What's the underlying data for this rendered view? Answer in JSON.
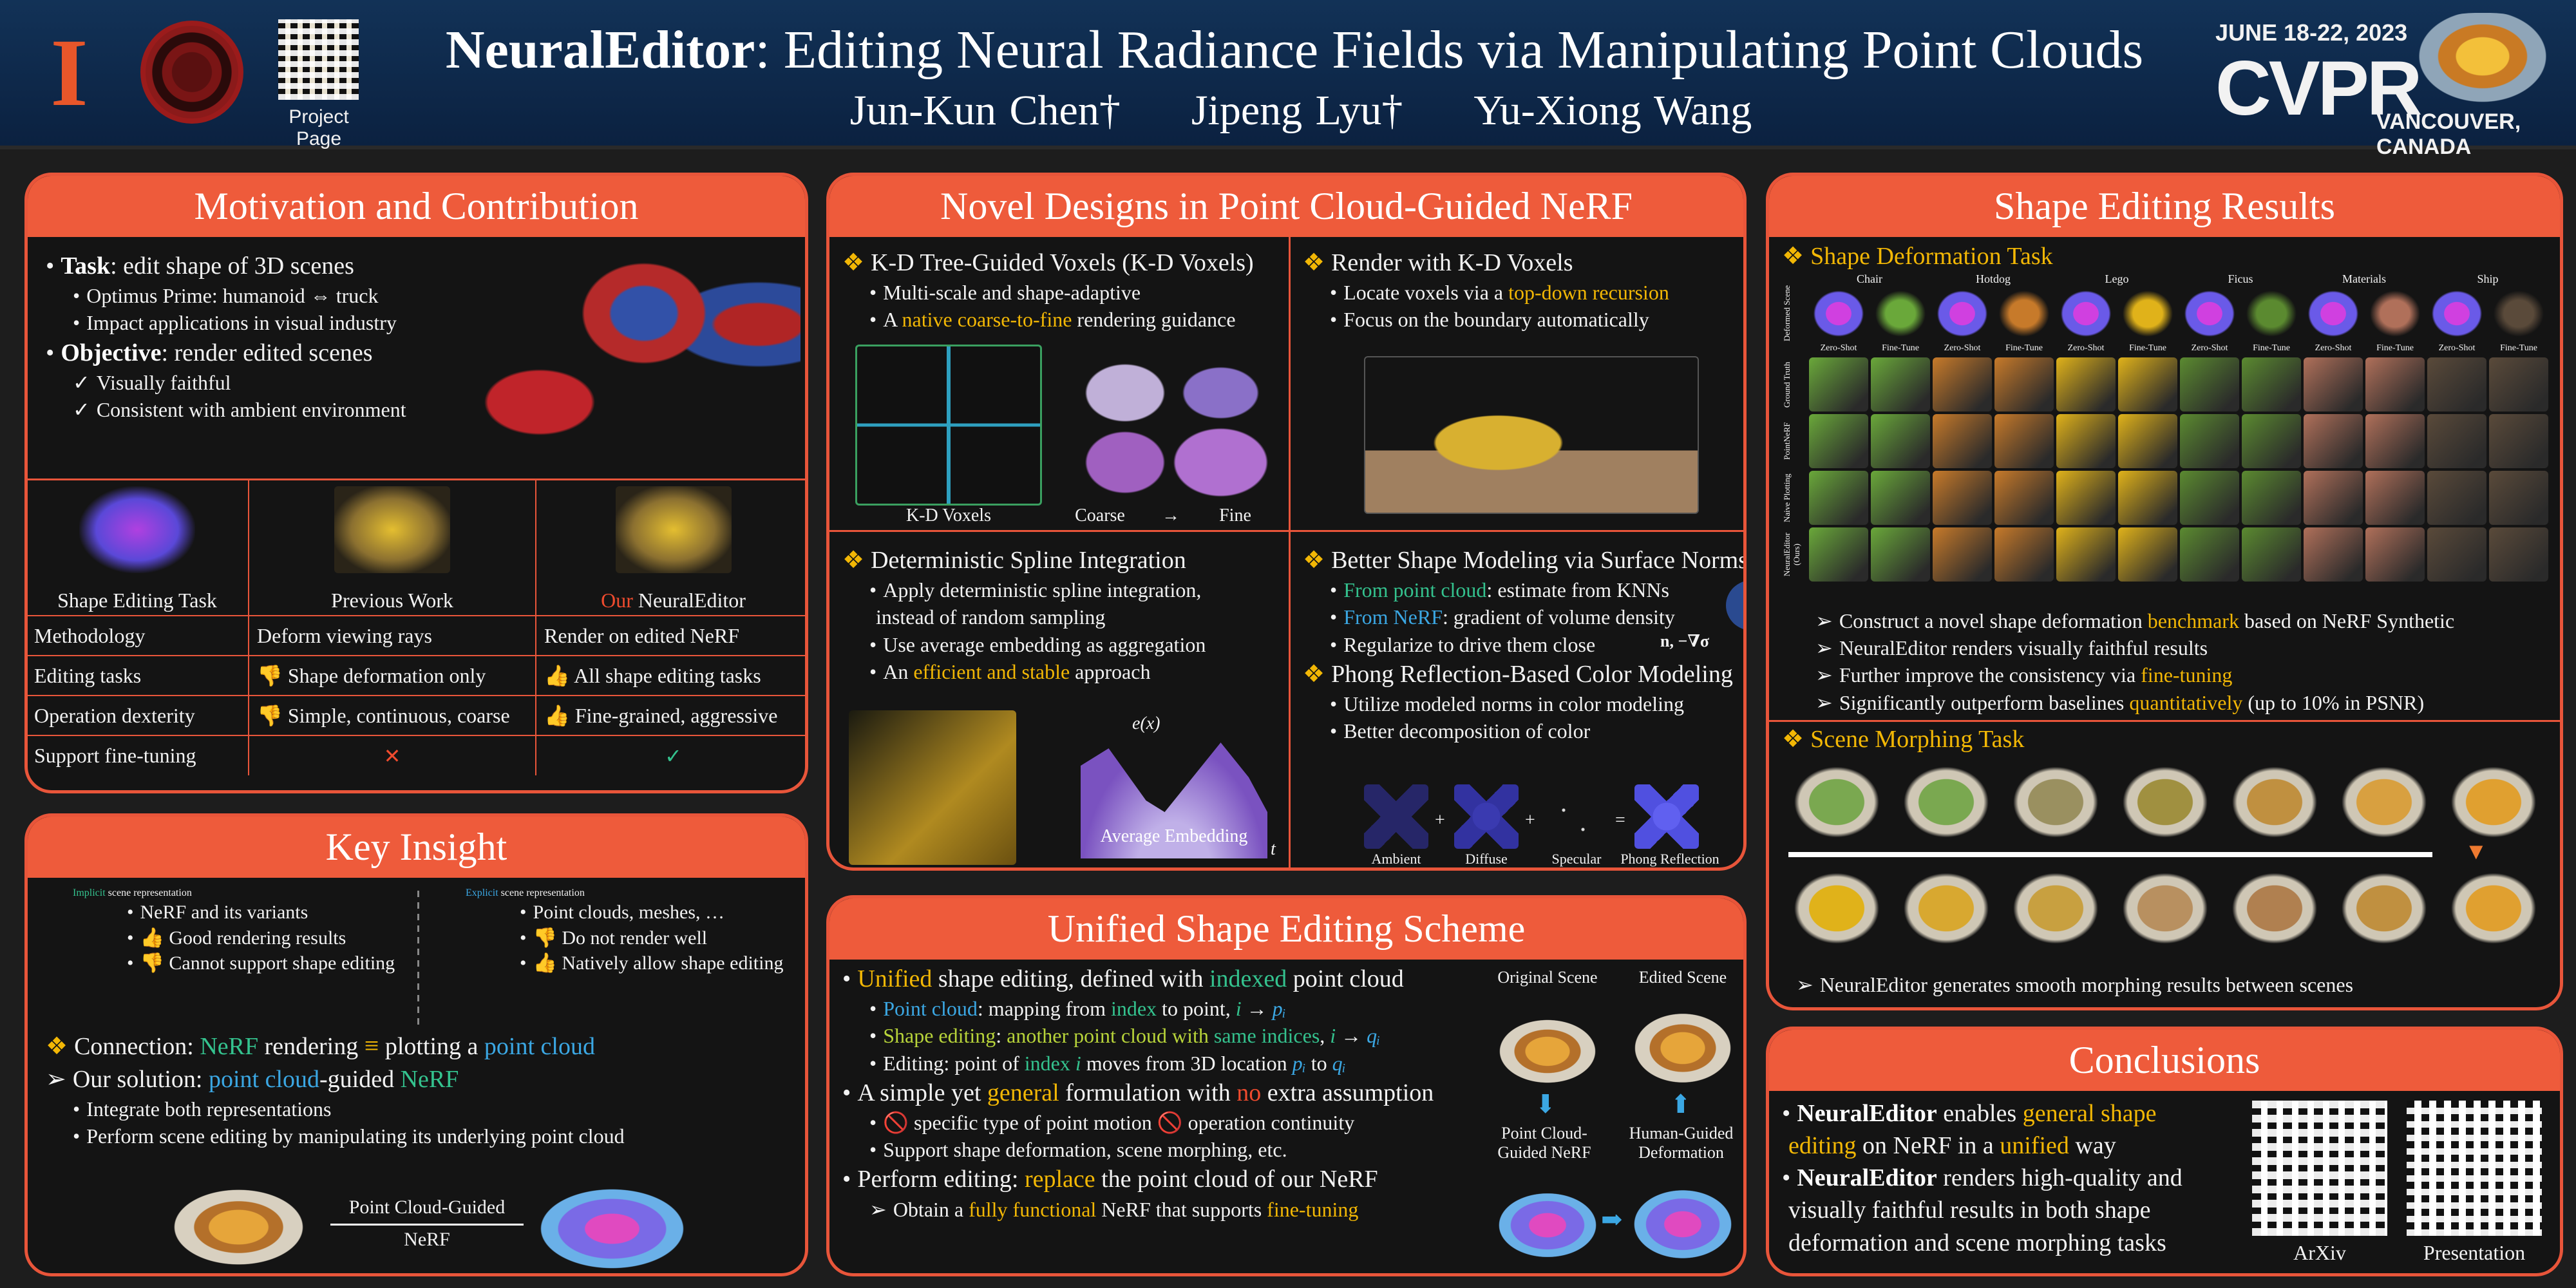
{
  "colors": {
    "accent": "#ee5b3b",
    "yellow": "#f2b705",
    "green": "#34c28e",
    "blue": "#3ba7e3",
    "red": "#ef4b2e",
    "header_bg": "#123257"
  },
  "header": {
    "logo1": "I",
    "qr_caption": "Project Page",
    "title_bold": "NeuralEditor",
    "title_rest": ": Editing Neural Radiance Fields via Manipulating Point Clouds",
    "authors": [
      "Jun-Kun Chen†",
      "Jipeng Lyu†",
      "Yu-Xiong Wang"
    ],
    "conf_date": "JUNE 18-22, 2023",
    "conf_name": "CVPR",
    "conf_city": "VANCOUVER, CANADA"
  },
  "motivation": {
    "title": "Motivation and Contribution",
    "lines": [
      {
        "l": 1,
        "b": "•",
        "s": [
          [
            "Task",
            "B"
          ],
          [
            ": edit shape of 3D scenes",
            ""
          ]
        ]
      },
      {
        "l": 2,
        "b": "•",
        "s": [
          [
            "Optimus Prime: humanoid ⇔ truck",
            ""
          ]
        ]
      },
      {
        "l": 2,
        "b": "•",
        "s": [
          [
            "Impact applications in visual industry",
            ""
          ]
        ]
      },
      {
        "l": 1,
        "b": "•",
        "s": [
          [
            "Objective",
            "B"
          ],
          [
            ": render edited scenes",
            ""
          ]
        ]
      },
      {
        "l": 2,
        "b": "✓",
        "s": [
          [
            "Visually faithful",
            ""
          ]
        ]
      },
      {
        "l": 2,
        "b": "✓",
        "s": [
          [
            "Consistent with ambient environment",
            ""
          ]
        ]
      }
    ],
    "table": {
      "headers": [
        "Shape Editing Task",
        "Previous Work"
      ],
      "our_prefix": "Our",
      "our_name": " NeuralEditor",
      "rows": [
        {
          "label": "Methodology",
          "prev": "Deform viewing rays",
          "ours": "Render on edited NeRF",
          "prev_icon": "",
          "ours_icon": ""
        },
        {
          "label": "Editing tasks",
          "prev": "Shape deformation only",
          "ours": "All shape editing tasks",
          "prev_icon": "👎 ",
          "ours_icon": "👍 "
        },
        {
          "label": "Operation dexterity",
          "prev": "Simple, continuous, coarse",
          "ours": "Fine-grained, aggressive",
          "prev_icon": "👎 ",
          "ours_icon": "👍 "
        },
        {
          "label": "Support fine-tuning",
          "prev": "✕",
          "ours": "✓",
          "prev_icon": "",
          "ours_icon": ""
        }
      ]
    }
  },
  "insight": {
    "title": "Key Insight",
    "left": [
      {
        "l": "h",
        "b": "",
        "s": [
          [
            "Implicit",
            "g"
          ],
          [
            " scene representation",
            ""
          ]
        ]
      },
      {
        "l": 3,
        "b": "•",
        "s": [
          [
            "NeRF and its variants",
            ""
          ]
        ]
      },
      {
        "l": 3,
        "b": "•",
        "s": [
          [
            "👍 Good rendering results",
            ""
          ]
        ]
      },
      {
        "l": 3,
        "b": "•",
        "s": [
          [
            "👎 Cannot support shape editing",
            ""
          ]
        ]
      }
    ],
    "right": [
      {
        "l": "h",
        "b": "",
        "s": [
          [
            "Explicit",
            "c"
          ],
          [
            " scene representation",
            ""
          ]
        ]
      },
      {
        "l": 3,
        "b": "•",
        "s": [
          [
            "Point clouds, meshes, …",
            ""
          ]
        ]
      },
      {
        "l": 3,
        "b": "•",
        "s": [
          [
            "👎 Do not render well",
            ""
          ]
        ]
      },
      {
        "l": 3,
        "b": "•",
        "s": [
          [
            "👍 Natively allow shape editing",
            ""
          ]
        ]
      }
    ],
    "main": [
      {
        "l": 1,
        "b": "❖",
        "s": [
          [
            "Connection:        ",
            ""
          ],
          [
            "NeRF",
            "g"
          ],
          [
            " rendering ",
            ""
          ],
          [
            "≡",
            "yy"
          ],
          [
            " plotting a ",
            ""
          ],
          [
            "point cloud",
            "c"
          ]
        ]
      },
      {
        "l": 1,
        "b": "➢",
        "s": [
          [
            "Our solution: ",
            ""
          ],
          [
            "point cloud",
            "c"
          ],
          [
            "-guided ",
            ""
          ],
          [
            "NeRF",
            "g"
          ]
        ]
      },
      {
        "l": 2,
        "b": "•",
        "s": [
          [
            "Integrate both representations",
            ""
          ]
        ]
      },
      {
        "l": 2,
        "b": "•",
        "s": [
          [
            "Perform scene editing by manipulating its underlying point cloud",
            ""
          ]
        ]
      }
    ],
    "arrow_label_top": "Point Cloud-Guided",
    "arrow_label_bottom": "NeRF"
  },
  "novel": {
    "title": "Novel Designs in Point Cloud-Guided NeRF",
    "tl": [
      {
        "l": 1,
        "b": "❖",
        "s": [
          [
            "K-D Tree-Guided Voxels (K-D Voxels)",
            ""
          ]
        ]
      },
      {
        "l": 2,
        "b": "•",
        "s": [
          [
            "Multi-scale and shape-adaptive",
            ""
          ]
        ]
      },
      {
        "l": 2,
        "b": "•",
        "s": [
          [
            "A ",
            ""
          ],
          [
            "native coarse-to-fine",
            "y"
          ],
          [
            " rendering guidance",
            ""
          ]
        ]
      }
    ],
    "tl_caps": {
      "kd": "K-D Voxels",
      "coarse": "Coarse",
      "arrow": "→",
      "fine": "Fine"
    },
    "tr": [
      {
        "l": 1,
        "b": "❖",
        "s": [
          [
            "Render with K-D Voxels",
            ""
          ]
        ]
      },
      {
        "l": 2,
        "b": "•",
        "s": [
          [
            "Locate voxels via a ",
            ""
          ],
          [
            "top-down recursion",
            "y"
          ]
        ]
      },
      {
        "l": 2,
        "b": "•",
        "s": [
          [
            "Focus on the boundary automatically",
            ""
          ]
        ]
      }
    ],
    "bl": [
      {
        "l": 1,
        "b": "❖",
        "s": [
          [
            "Deterministic Spline Integration",
            ""
          ]
        ]
      },
      {
        "l": 2,
        "b": "•",
        "s": [
          [
            "Apply deterministic spline integration,",
            ""
          ]
        ]
      },
      {
        "l": 2,
        "b": " ",
        "s": [
          [
            "instead of random sampling",
            ""
          ]
        ]
      },
      {
        "l": 2,
        "b": "•",
        "s": [
          [
            "Use average embedding as aggregation",
            ""
          ]
        ]
      },
      {
        "l": 2,
        "b": "•",
        "s": [
          [
            "An ",
            ""
          ],
          [
            "efficient and stable",
            "y"
          ],
          [
            " approach",
            ""
          ]
        ]
      }
    ],
    "bl_caps": {
      "ex": "e(x)",
      "avg": "Average Embedding",
      "t": "t"
    },
    "br": [
      {
        "l": 1,
        "b": "❖",
        "s": [
          [
            "Better Shape Modeling via Surface Norms",
            ""
          ]
        ]
      },
      {
        "l": 2,
        "b": "•",
        "s": [
          [
            "From point cloud",
            "g"
          ],
          [
            ": estimate from KNNs",
            ""
          ]
        ]
      },
      {
        "l": 2,
        "b": "•",
        "s": [
          [
            "From NeRF",
            "c"
          ],
          [
            ": gradient of volume density",
            ""
          ]
        ]
      },
      {
        "l": 2,
        "b": "•",
        "s": [
          [
            "Regularize to drive them close",
            ""
          ]
        ]
      },
      {
        "l": 1,
        "b": "❖",
        "s": [
          [
            "Phong Reflection-Based Color Modeling",
            ""
          ]
        ]
      },
      {
        "l": 2,
        "b": "•",
        "s": [
          [
            "Utilize modeled norms in color modeling",
            ""
          ]
        ]
      },
      {
        "l": 2,
        "b": "•",
        "s": [
          [
            "Better decomposition of color",
            ""
          ]
        ]
      }
    ],
    "norm_label": "n, −∇σ",
    "phong": {
      "ambient": "Ambient",
      "plus1": "+",
      "diffuse": "Diffuse",
      "plus2": "+",
      "specular": "Specular",
      "eq": "=",
      "result": "Phong Reflection"
    }
  },
  "unified": {
    "title": "Unified Shape Editing Scheme",
    "lines": [
      {
        "l": 1,
        "b": "•",
        "s": [
          [
            "Unified",
            "y"
          ],
          [
            " shape editing, defined with ",
            ""
          ],
          [
            "indexed",
            "g"
          ],
          [
            " point cloud",
            ""
          ]
        ]
      },
      {
        "l": 2,
        "b": "•",
        "s": [
          [
            "Point cloud",
            "c"
          ],
          [
            ": mapping from ",
            ""
          ],
          [
            "index",
            "g"
          ],
          [
            " to point, ",
            ""
          ],
          [
            "i",
            "gi"
          ],
          [
            " → ",
            ""
          ],
          [
            "pᵢ",
            "i"
          ]
        ]
      },
      {
        "l": 2,
        "b": "•",
        "s": [
          [
            "Shape editing",
            "l"
          ],
          [
            ": ",
            ""
          ],
          [
            "another point cloud with ",
            "l"
          ],
          [
            "same indices",
            "g"
          ],
          [
            ", ",
            ""
          ],
          [
            "i",
            "gi"
          ],
          [
            " → ",
            ""
          ],
          [
            "qᵢ",
            "i"
          ]
        ]
      },
      {
        "l": 2,
        "b": "•",
        "s": [
          [
            "Editing: point of ",
            ""
          ],
          [
            "index",
            "g"
          ],
          [
            " ",
            ""
          ],
          [
            "i",
            "gi"
          ],
          [
            " moves from 3D location ",
            ""
          ],
          [
            "pᵢ",
            "i"
          ],
          [
            " to ",
            ""
          ],
          [
            "qᵢ",
            "i"
          ]
        ]
      },
      {
        "l": 1,
        "b": "•",
        "s": [
          [
            "A simple yet ",
            ""
          ],
          [
            "general",
            "y"
          ],
          [
            " formulation with ",
            ""
          ],
          [
            "no",
            "r"
          ],
          [
            " extra assumption",
            ""
          ]
        ]
      },
      {
        "l": 2,
        "b": "•",
        "s": [
          [
            "🚫 specific type of point motion   🚫 operation continuity",
            ""
          ]
        ]
      },
      {
        "l": 2,
        "b": "•",
        "s": [
          [
            "Support shape deformation, scene morphing, etc.",
            ""
          ]
        ]
      },
      {
        "l": 1,
        "b": "•",
        "s": [
          [
            "Perform editing: ",
            ""
          ],
          [
            "replace",
            "y"
          ],
          [
            " the point cloud of our NeRF",
            ""
          ]
        ]
      },
      {
        "l": 2,
        "b": "➢",
        "s": [
          [
            "Obtain a ",
            ""
          ],
          [
            "fully functional",
            "y"
          ],
          [
            " NeRF that supports ",
            ""
          ],
          [
            "fine-tuning",
            "y"
          ]
        ]
      }
    ],
    "fig": {
      "original": "Original Scene",
      "edited": "Edited Scene",
      "pcg": "Point Cloud-Guided NeRF",
      "human": "Human-Guided Deformation"
    }
  },
  "results": {
    "title": "Shape Editing Results",
    "deform_heading": [
      {
        "l": 1,
        "b": "❖",
        "s": [
          [
            "Shape Deformation Task",
            "y"
          ]
        ]
      }
    ],
    "scenes": [
      "Chair",
      "Hotdog",
      "Lego",
      "Ficus",
      "Materials",
      "Ship"
    ],
    "setting_labels": [
      "Zero-Shot",
      "Fine-Tune"
    ],
    "row_labels": [
      "Deformed Scene",
      "Ground Truth",
      "PointNeRF",
      "Naive Plotting",
      "NeuralEditor (Ours)"
    ],
    "bullets": [
      {
        "l": 2,
        "b": "➢",
        "s": [
          [
            "Construct a novel shape deformation ",
            ""
          ],
          [
            "benchmark",
            "y"
          ],
          [
            " based on NeRF Synthetic",
            ""
          ]
        ]
      },
      {
        "l": 2,
        "b": "➢",
        "s": [
          [
            "NeuralEditor renders visually faithful results",
            ""
          ]
        ]
      },
      {
        "l": 2,
        "b": "➢",
        "s": [
          [
            "Further improve the consistency via ",
            ""
          ],
          [
            "fine-tuning",
            "y"
          ]
        ]
      },
      {
        "l": 2,
        "b": "➢",
        "s": [
          [
            "Significantly outperform baselines ",
            ""
          ],
          [
            "quantitatively",
            "y"
          ],
          [
            " (up to 10% in PSNR)",
            ""
          ]
        ]
      }
    ],
    "morph_heading": [
      {
        "l": 1,
        "b": "❖",
        "s": [
          [
            "Scene Morphing Task",
            "y"
          ]
        ]
      }
    ],
    "morph_caption": [
      {
        "l": 2,
        "b": "➢",
        "s": [
          [
            "NeuralEditor generates smooth morphing results between scenes",
            ""
          ]
        ]
      }
    ]
  },
  "conclusions": {
    "title": "Conclusions",
    "lines": [
      {
        "l": 1,
        "b": "•",
        "s": [
          [
            "NeuralEditor",
            "B"
          ],
          [
            " enables ",
            ""
          ],
          [
            "general shape",
            "y"
          ]
        ]
      },
      {
        "l": 1,
        "b": " ",
        "s": [
          [
            "editing",
            "y"
          ],
          [
            " on NeRF in a ",
            ""
          ],
          [
            "unified",
            "y"
          ],
          [
            " way",
            ""
          ]
        ]
      },
      {
        "l": 1,
        "b": "•",
        "s": [
          [
            "NeuralEditor",
            "B"
          ],
          [
            " renders high-quality and",
            ""
          ]
        ]
      },
      {
        "l": 1,
        "b": " ",
        "s": [
          [
            "visually faithful results in both shape",
            ""
          ]
        ]
      },
      {
        "l": 1,
        "b": " ",
        "s": [
          [
            "deformation and scene morphing tasks",
            ""
          ]
        ]
      }
    ],
    "qr_labels": [
      "ArXiv",
      "Presentation"
    ]
  }
}
